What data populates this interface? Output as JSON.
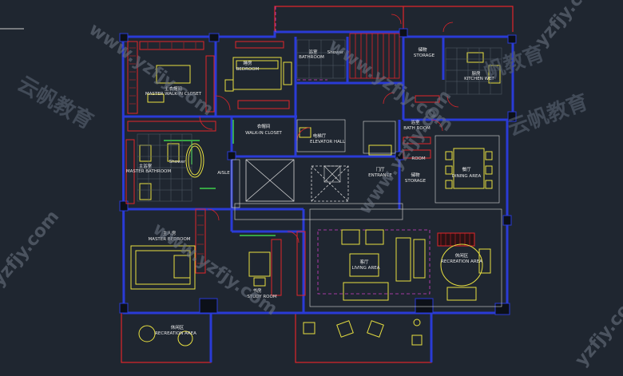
{
  "rooms": [
    {
      "id": "master-walkin-closet",
      "cn": "主衣帽间",
      "en": "MASTER WALK-IN CLOSET"
    },
    {
      "id": "bedroom",
      "cn": "睡房",
      "en": "BEDROOM"
    },
    {
      "id": "bathroom-top",
      "cn": "浴室",
      "en": "BATHROOM",
      "note": "Shower"
    },
    {
      "id": "storage-top",
      "cn": "储物",
      "en": "STORAGE"
    },
    {
      "id": "kitchen-wet",
      "cn": "厨房",
      "en": "KITCHEN WET"
    },
    {
      "id": "walkin-closet",
      "cn": "衣帽间",
      "en": "WALK-IN CLOSET"
    },
    {
      "id": "elevator-hall",
      "cn": "电梯厅",
      "en": "ELEVATOR HALL"
    },
    {
      "id": "bath-room",
      "cn": "浴室",
      "en": "BATH ROOM"
    },
    {
      "id": "room",
      "cn": "",
      "en": "ROOM"
    },
    {
      "id": "master-bathroom",
      "cn": "主浴室",
      "en": "MASTER BATHROOM",
      "note": "Shower"
    },
    {
      "id": "entrance",
      "cn": "门厅",
      "en": "ENTRANCE"
    },
    {
      "id": "storage-mid",
      "cn": "储物",
      "en": "STORAGE"
    },
    {
      "id": "dining-area",
      "cn": "餐厅",
      "en": "DINING AREA"
    },
    {
      "id": "aisle",
      "cn": "",
      "en": "AISLE"
    },
    {
      "id": "master-bedroom",
      "cn": "主人房",
      "en": "MASTER BEDROOM"
    },
    {
      "id": "living-area",
      "cn": "客厅",
      "en": "LIVING AREA"
    },
    {
      "id": "recreation-area-right",
      "cn": "休闲区",
      "en": "RECREATION AREA"
    },
    {
      "id": "study-room",
      "cn": "书房",
      "en": "STUDY ROOM"
    },
    {
      "id": "recreation-area-bottom",
      "cn": "休闲区",
      "en": "RECREATION AREA"
    }
  ],
  "watermark": {
    "url_text": "www.yzfjy.com",
    "brand_cn": "云帆教育",
    "brand_cn_alt": "帆教育",
    "short": "yzfjy.com"
  },
  "colors": {
    "background": "#1f2630",
    "wall": "#2a3bd6",
    "furniture": "#e8e040",
    "casework": "#e0252a",
    "detail_green": "#3ecf4a",
    "magenta": "#d040c8",
    "white_lines": "#d8d8d8",
    "cyan": "#40c8e0"
  }
}
